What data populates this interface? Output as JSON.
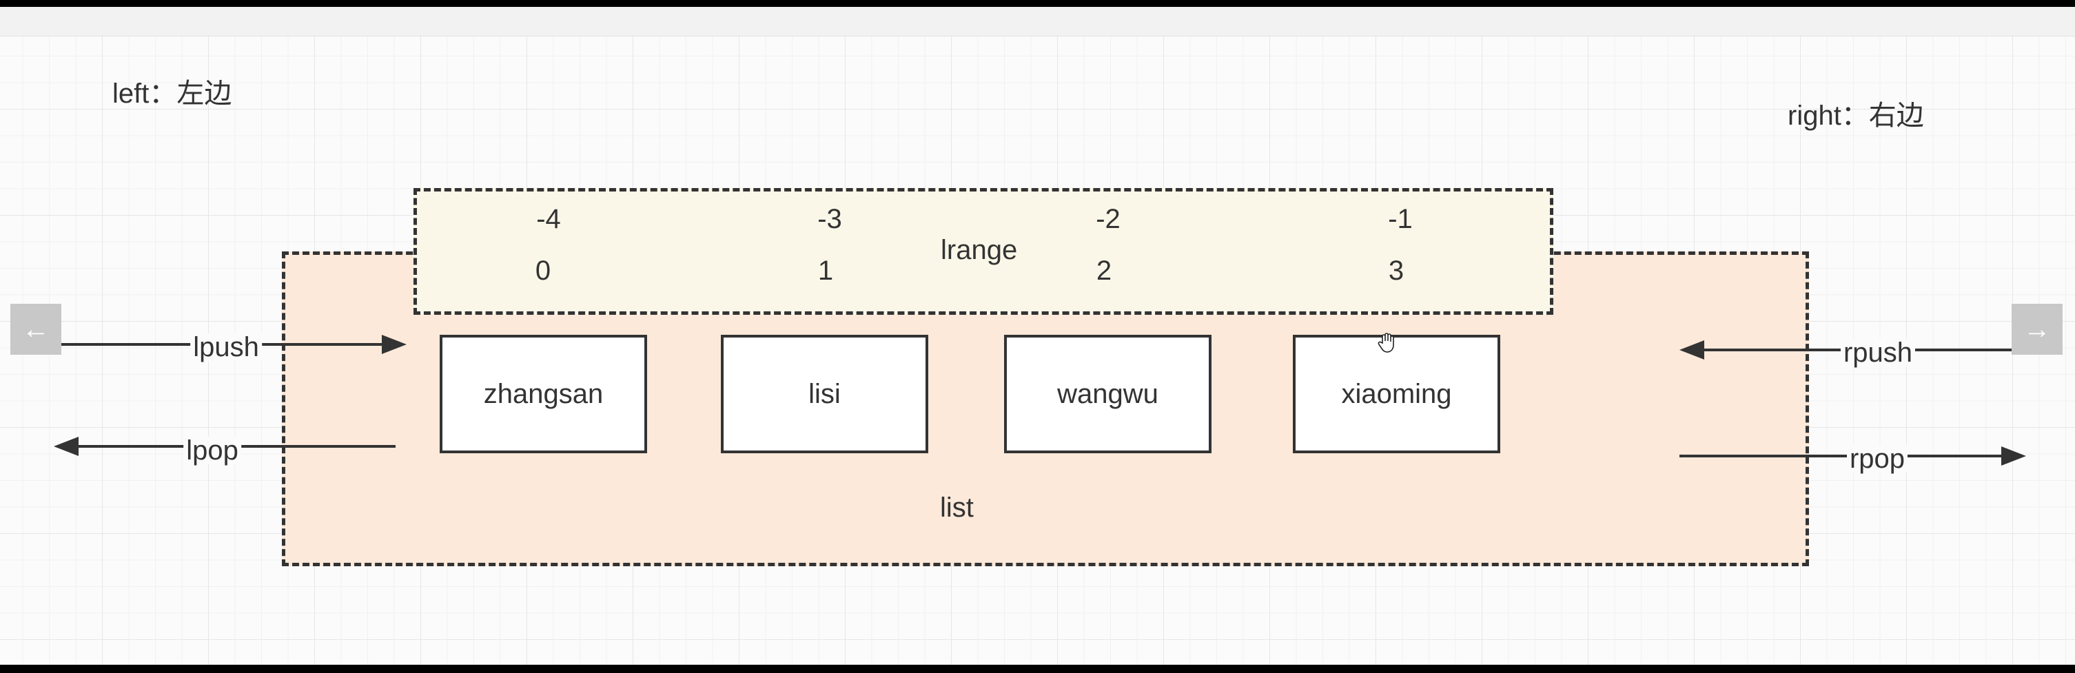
{
  "labels": {
    "left": "left：左边",
    "right": "right：右边",
    "lrange": "lrange",
    "list": "list"
  },
  "negative_indexes": [
    "-4",
    "-3",
    "-2",
    "-1"
  ],
  "positive_indexes": [
    "0",
    "1",
    "2",
    "3"
  ],
  "elements": [
    "zhangsan",
    "lisi",
    "wangwu",
    "xiaoming"
  ],
  "operations": {
    "lpush": "lpush",
    "lpop": "lpop",
    "rpush": "rpush",
    "rpop": "rpop"
  },
  "nav": {
    "prev_icon": "←",
    "next_icon": "→"
  },
  "icons": {
    "cursor": "hand-cursor-icon"
  },
  "colors": {
    "list_fill": "#fde9da",
    "lrange_fill": "#fbf7e8",
    "stroke": "#333333"
  }
}
